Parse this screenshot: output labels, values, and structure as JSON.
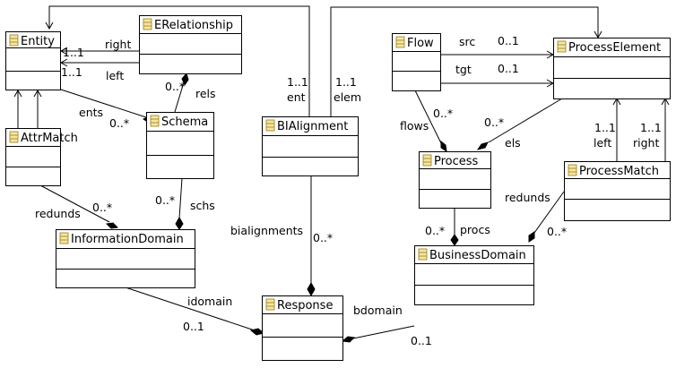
{
  "classes": [
    {
      "id": "entity",
      "name": "Entity",
      "icon": "class-icon"
    },
    {
      "id": "erelationship",
      "name": "ERelationship",
      "icon": "class-icon"
    },
    {
      "id": "schema",
      "name": "Schema",
      "icon": "class-icon"
    },
    {
      "id": "attrmatch",
      "name": "AttrMatch",
      "icon": "class-icon"
    },
    {
      "id": "informationdomain",
      "name": "InformationDomain",
      "icon": "class-icon"
    },
    {
      "id": "bialignment",
      "name": "BIAlignment",
      "icon": "class-icon"
    },
    {
      "id": "response",
      "name": "Response",
      "icon": "class-icon"
    },
    {
      "id": "flow",
      "name": "Flow",
      "icon": "class-icon"
    },
    {
      "id": "processelement",
      "name": "ProcessElement",
      "icon": "class-icon"
    },
    {
      "id": "process",
      "name": "Process",
      "icon": "class-icon"
    },
    {
      "id": "processmatch",
      "name": "ProcessMatch",
      "icon": "class-icon"
    },
    {
      "id": "businessdomain",
      "name": "BusinessDomain",
      "icon": "class-icon"
    }
  ],
  "labels": {
    "er_right_mult": "1..1",
    "er_right": "right",
    "er_left_mult": "1..1",
    "er_left": "left",
    "rels_mult": "0..*",
    "rels": "rels",
    "ents": "ents",
    "ents_mult": "0..*",
    "schs_mult": "0..*",
    "schs": "schs",
    "redunds_left": "redunds",
    "redunds_left_mult": "0..*",
    "ent_mult": "1..1",
    "ent": "ent",
    "elem_mult": "1..1",
    "elem": "elem",
    "bialignments": "bialignments",
    "bialignments_mult": "0..*",
    "idomain": "idomain",
    "idomain_mult": "0..1",
    "bdomain": "bdomain",
    "bdomain_mult": "0..1",
    "src": "src",
    "src_mult": "0..1",
    "tgt": "tgt",
    "tgt_mult": "0..1",
    "flows_mult": "0..*",
    "flows": "flows",
    "els_mult": "0..*",
    "els": "els",
    "pm_left_mult": "1..1",
    "pm_left": "left",
    "pm_right_mult": "1..1",
    "pm_right": "right",
    "redunds_right": "redunds",
    "redunds_right_mult": "0..*",
    "procs_mult": "0..*",
    "procs": "procs"
  }
}
